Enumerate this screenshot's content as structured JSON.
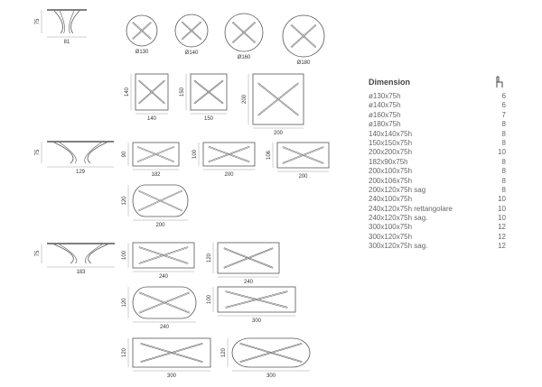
{
  "profiles": [
    {
      "height": "75",
      "width": "81"
    },
    {
      "height": "75",
      "width": "129"
    },
    {
      "height": "75",
      "width": "183"
    }
  ],
  "tables": [
    {
      "shape": "round",
      "label": "Ø130"
    },
    {
      "shape": "round",
      "label": "Ø140"
    },
    {
      "shape": "round",
      "label": "Ø160"
    },
    {
      "shape": "round",
      "label": "Ø180"
    },
    {
      "shape": "square",
      "width": "140",
      "depth": "140"
    },
    {
      "shape": "square",
      "width": "150",
      "depth": "150"
    },
    {
      "shape": "square",
      "width": "200",
      "depth": "200"
    },
    {
      "shape": "rect",
      "width": "182",
      "depth": "90"
    },
    {
      "shape": "rect",
      "width": "200",
      "depth": "100"
    },
    {
      "shape": "rect",
      "width": "200",
      "depth": "106"
    },
    {
      "shape": "barrel",
      "width": "200",
      "depth": "120"
    },
    {
      "shape": "rect",
      "width": "240",
      "depth": "100"
    },
    {
      "shape": "rect",
      "width": "240",
      "depth": "120"
    },
    {
      "shape": "barrel",
      "width": "240",
      "depth": "120"
    },
    {
      "shape": "rect",
      "width": "300",
      "depth": "100"
    },
    {
      "shape": "rect",
      "width": "300",
      "depth": "120"
    },
    {
      "shape": "barrel",
      "width": "300",
      "depth": "120"
    }
  ],
  "dimensions": {
    "title": "Dimension",
    "seats_icon": "chair-icon",
    "rows": [
      {
        "size": "ø130x75h",
        "seats": "6"
      },
      {
        "size": "ø140x75h",
        "seats": "6"
      },
      {
        "size": "ø160x75h",
        "seats": "7"
      },
      {
        "size": "ø180x75h",
        "seats": "8"
      },
      {
        "size": "140x140x75h",
        "seats": "8"
      },
      {
        "size": "150x150x75h",
        "seats": "8"
      },
      {
        "size": "200x200x75h",
        "seats": "10"
      },
      {
        "size": "182x90x75h",
        "seats": "8"
      },
      {
        "size": "200x100x75h",
        "seats": "8"
      },
      {
        "size": "200x106x75h",
        "seats": "8"
      },
      {
        "size": "200x120x75h sag",
        "seats": "8"
      },
      {
        "size": "240x100x75h",
        "seats": "10"
      },
      {
        "size": "240x120x75h rettangolare",
        "seats": "10"
      },
      {
        "size": "240x120x75h sag.",
        "seats": "10"
      },
      {
        "size": "300x100x75h",
        "seats": "12"
      },
      {
        "size": "300x120x75h",
        "seats": "12"
      },
      {
        "size": "300x120x75h sag.",
        "seats": "12"
      }
    ]
  }
}
